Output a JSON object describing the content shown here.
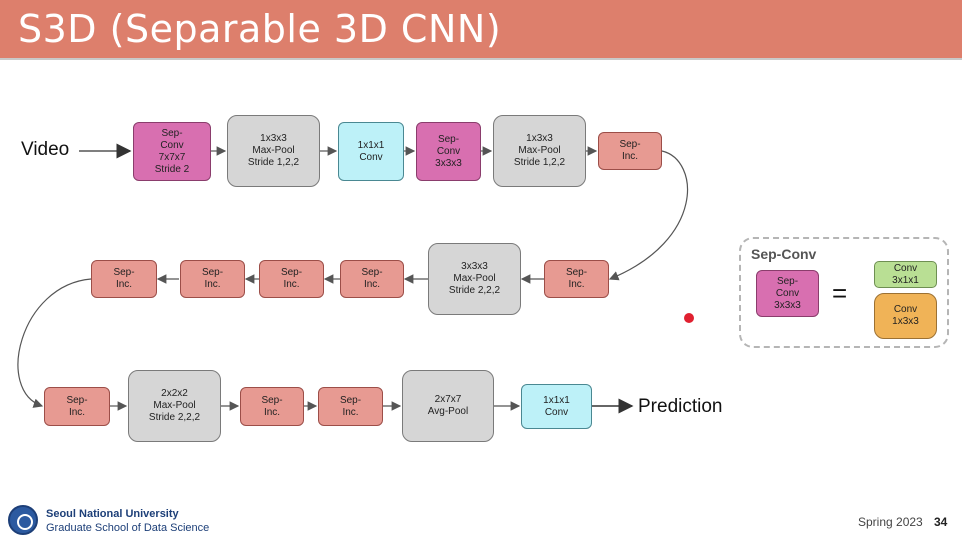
{
  "slide": {
    "title": "S3D (Separable 3D CNN)",
    "input_label": "Video",
    "output_label": "Prediction"
  },
  "row1": [
    "Sep-\nConv\n7x7x7\nStride 2",
    "1x3x3\nMax-Pool\nStride 1,2,2",
    "1x1x1\nConv",
    "Sep-\nConv\n3x3x3",
    "1x3x3\nMax-Pool\nStride 1,2,2",
    "Sep-\nInc."
  ],
  "row2": [
    "Sep-\nInc.",
    "Sep-\nInc.",
    "Sep-\nInc.",
    "Sep-\nInc.",
    "3x3x3\nMax-Pool\nStride 2,2,2",
    "Sep-\nInc."
  ],
  "row3": [
    "Sep-\nInc.",
    "2x2x2\nMax-Pool\nStride 2,2,2",
    "Sep-\nInc.",
    "Sep-\nInc.",
    "2x7x7\nAvg-Pool",
    "1x1x1\nConv"
  ],
  "legend": {
    "title": "Sep-Conv",
    "left_box": "Sep-\nConv\n3x3x3",
    "equals": "=",
    "top_box": "Conv\n3x1x1",
    "bottom_box": "Conv\n1x3x3"
  },
  "footer": {
    "university": "Seoul National University",
    "school": "Graduate School of Data Science",
    "semester": "Spring 2023",
    "page": "34"
  },
  "colors": {
    "header": "#dd7f6c",
    "sep_conv": "#d86fb0",
    "pool": "#d6d6d6",
    "conv": "#bdf1f8",
    "sep_inc": "#e79a92",
    "conv_temporal": "#b9df94",
    "conv_spatial": "#f0b357",
    "pointer": "#e02030"
  }
}
